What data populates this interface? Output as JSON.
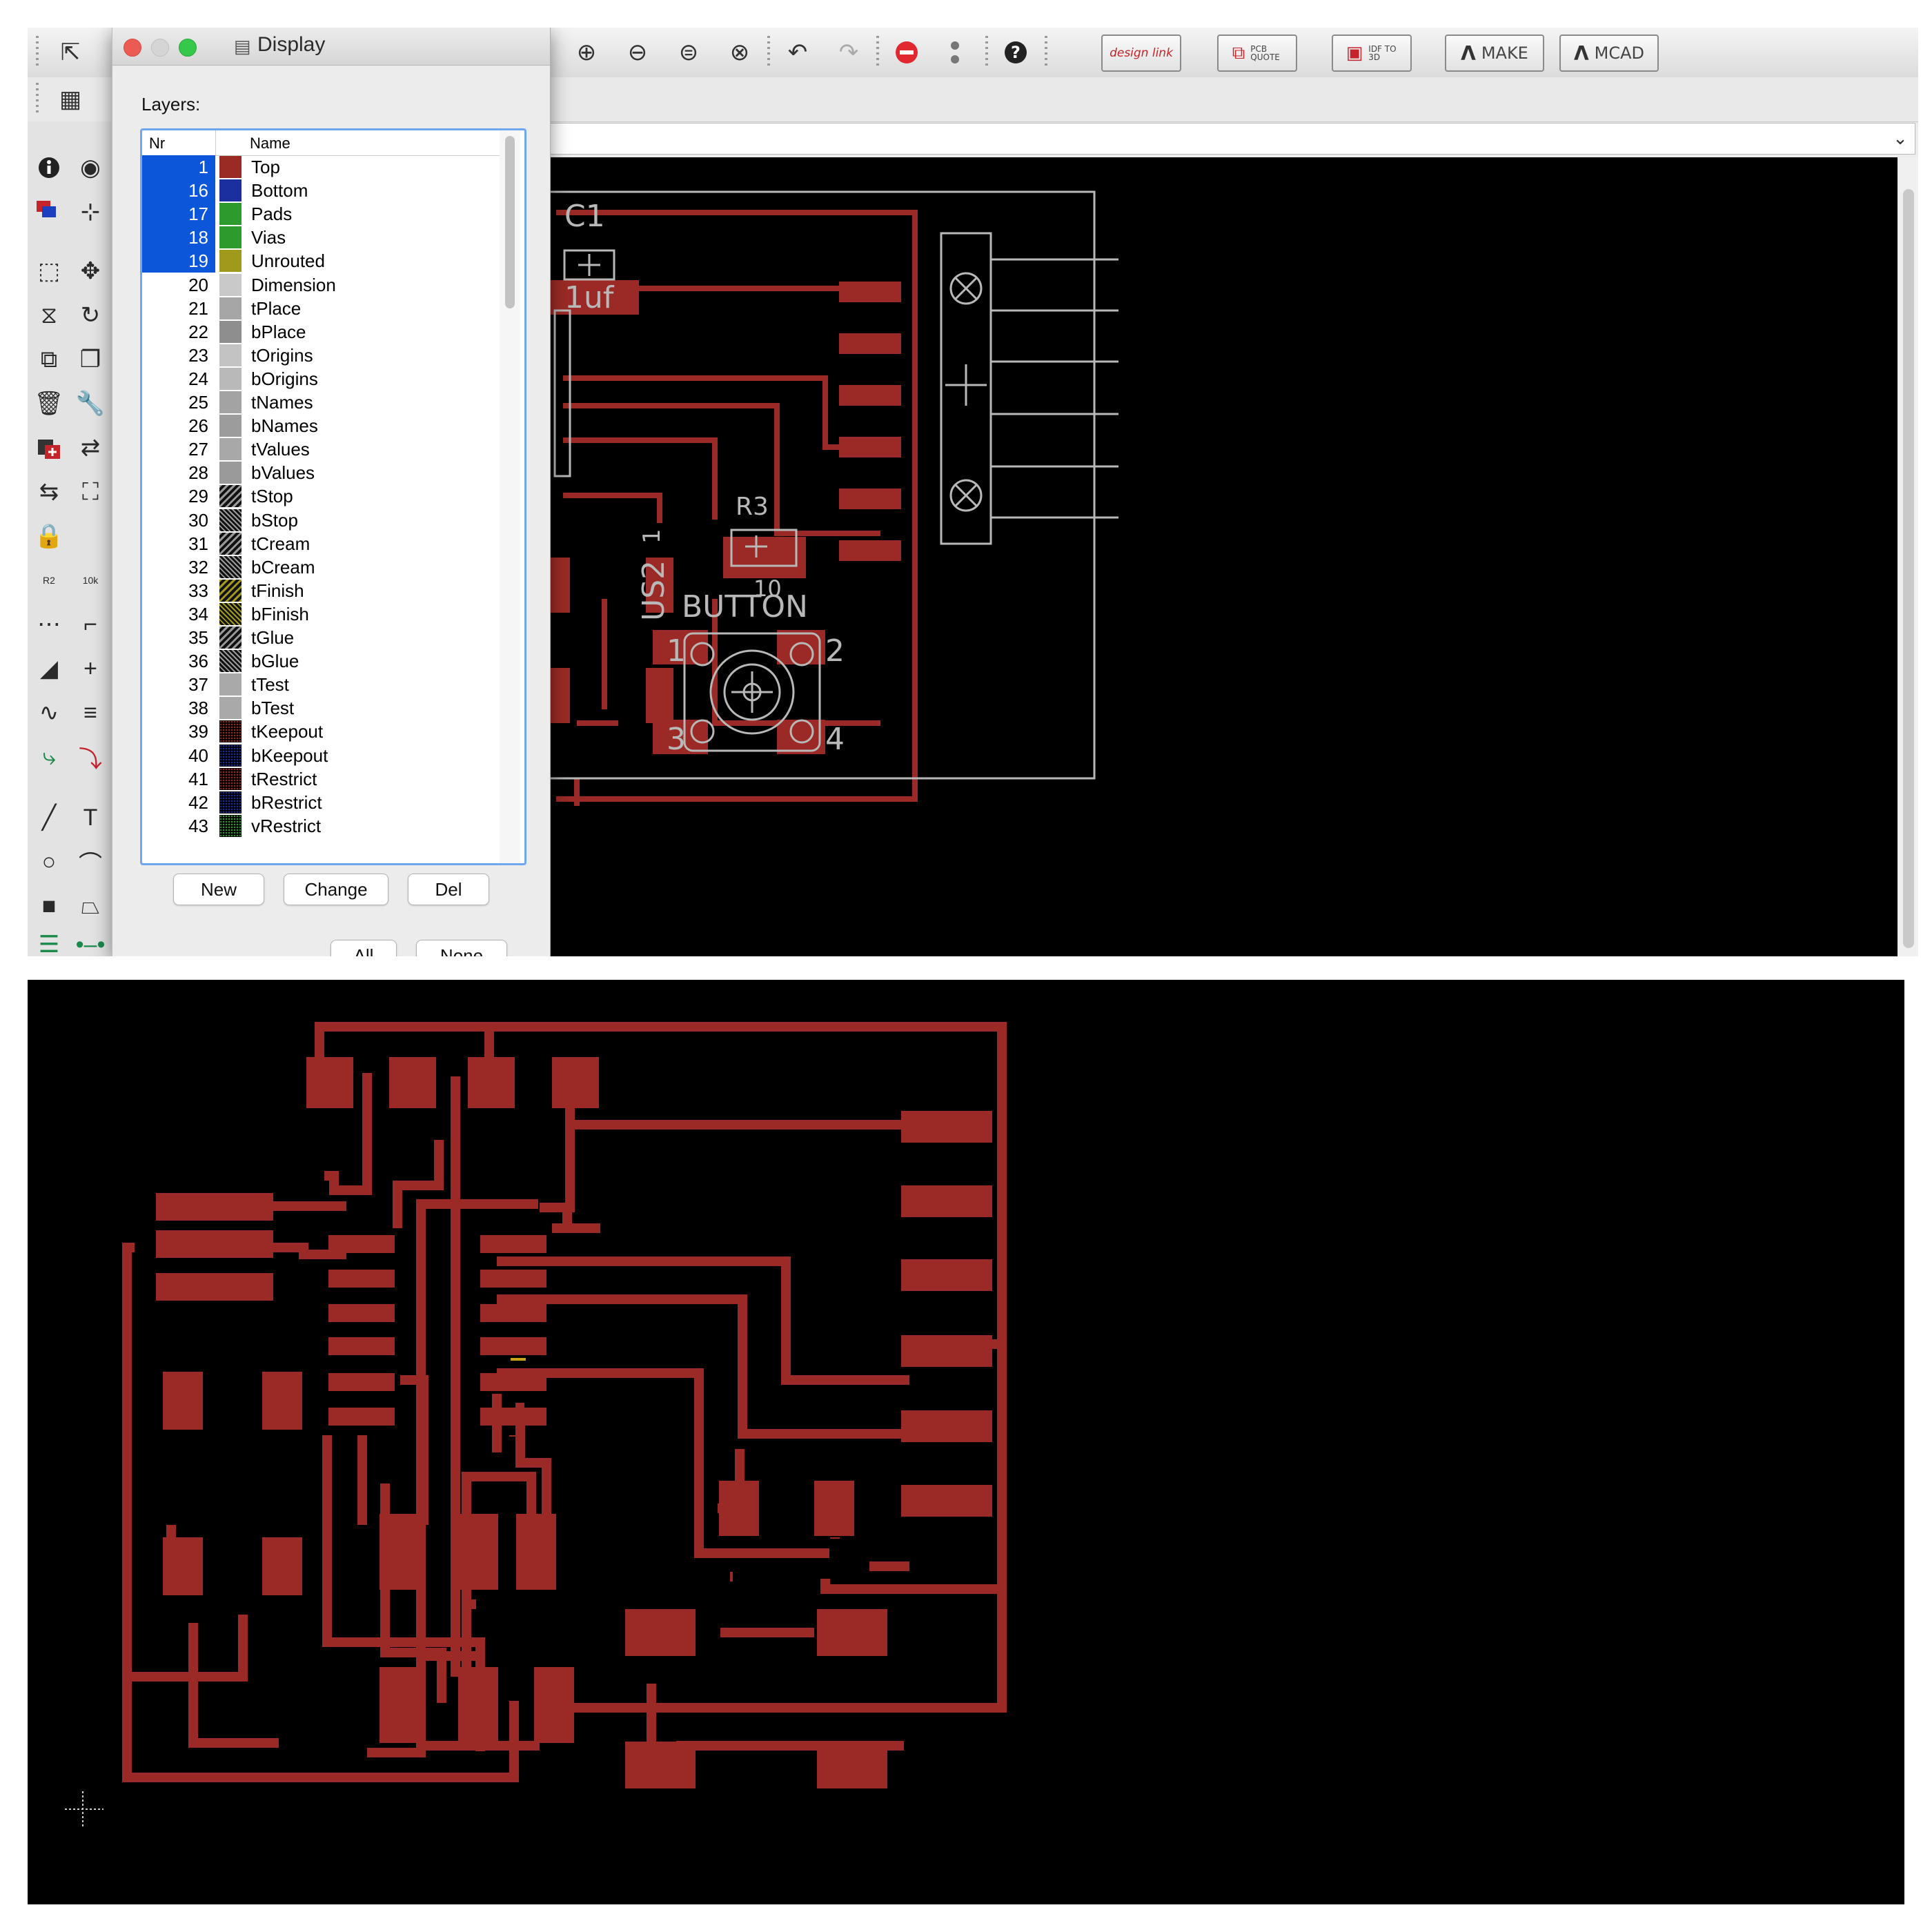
{
  "dialog": {
    "title": "Display",
    "layers_label": "Layers:",
    "columns": {
      "nr": "Nr",
      "name": "Name"
    },
    "layers": [
      {
        "nr": "1",
        "name": "Top",
        "color": "#9a2a24",
        "pattern": "solid",
        "selected": true
      },
      {
        "nr": "16",
        "name": "Bottom",
        "color": "#1c2f9e",
        "pattern": "solid",
        "selected": true
      },
      {
        "nr": "17",
        "name": "Pads",
        "color": "#2d9a2d",
        "pattern": "solid",
        "selected": true
      },
      {
        "nr": "18",
        "name": "Vias",
        "color": "#2d9a2d",
        "pattern": "solid",
        "selected": true
      },
      {
        "nr": "19",
        "name": "Unrouted",
        "color": "#a09a1c",
        "pattern": "solid",
        "selected": true
      },
      {
        "nr": "20",
        "name": "Dimension",
        "color": "#c9c9c9",
        "pattern": "solid",
        "selected": false
      },
      {
        "nr": "21",
        "name": "tPlace",
        "color": "#a6a6a6",
        "pattern": "solid",
        "selected": false
      },
      {
        "nr": "22",
        "name": "bPlace",
        "color": "#8e8e8e",
        "pattern": "solid",
        "selected": false
      },
      {
        "nr": "23",
        "name": "tOrigins",
        "color": "#c3c3c3",
        "pattern": "solid",
        "selected": false
      },
      {
        "nr": "24",
        "name": "bOrigins",
        "color": "#b9b9b9",
        "pattern": "solid",
        "selected": false
      },
      {
        "nr": "25",
        "name": "tNames",
        "color": "#a3a3a3",
        "pattern": "solid",
        "selected": false
      },
      {
        "nr": "26",
        "name": "bNames",
        "color": "#9c9c9c",
        "pattern": "solid",
        "selected": false
      },
      {
        "nr": "27",
        "name": "tValues",
        "color": "#a8a8a8",
        "pattern": "solid",
        "selected": false
      },
      {
        "nr": "28",
        "name": "bValues",
        "color": "#9a9a9a",
        "pattern": "solid",
        "selected": false
      },
      {
        "nr": "29",
        "name": "tStop",
        "color": "#9a9a9a",
        "pattern": "hatch",
        "selected": false
      },
      {
        "nr": "30",
        "name": "bStop",
        "color": "#9a9a9a",
        "pattern": "hatch-dense",
        "selected": false
      },
      {
        "nr": "31",
        "name": "tCream",
        "color": "#9a9a9a",
        "pattern": "hatch",
        "selected": false
      },
      {
        "nr": "32",
        "name": "bCream",
        "color": "#9a9a9a",
        "pattern": "hatch-dense",
        "selected": false
      },
      {
        "nr": "33",
        "name": "tFinish",
        "color": "#a39a1c",
        "pattern": "hatch",
        "selected": false
      },
      {
        "nr": "34",
        "name": "bFinish",
        "color": "#a39a1c",
        "pattern": "hatch-dense",
        "selected": false
      },
      {
        "nr": "35",
        "name": "tGlue",
        "color": "#9a9a9a",
        "pattern": "hatch",
        "selected": false
      },
      {
        "nr": "36",
        "name": "bGlue",
        "color": "#9a9a9a",
        "pattern": "hatch-dense",
        "selected": false
      },
      {
        "nr": "37",
        "name": "tTest",
        "color": "#a9a9a9",
        "pattern": "solid",
        "selected": false
      },
      {
        "nr": "38",
        "name": "bTest",
        "color": "#a9a9a9",
        "pattern": "solid",
        "selected": false
      },
      {
        "nr": "39",
        "name": "tKeepout",
        "color": "#9a2a24",
        "pattern": "dots",
        "selected": false
      },
      {
        "nr": "40",
        "name": "bKeepout",
        "color": "#1c2f9e",
        "pattern": "dots",
        "selected": false
      },
      {
        "nr": "41",
        "name": "tRestrict",
        "color": "#9a2a24",
        "pattern": "dots",
        "selected": false
      },
      {
        "nr": "42",
        "name": "bRestrict",
        "color": "#1c2f9e",
        "pattern": "dots",
        "selected": false
      },
      {
        "nr": "43",
        "name": "vRestrict",
        "color": "#2d9a2d",
        "pattern": "dots",
        "selected": false
      }
    ],
    "buttons": {
      "new": "New",
      "change": "Change",
      "del": "Del",
      "all": "All",
      "none": "None"
    }
  },
  "toolbar": {
    "design_link": "design link",
    "pcb_quote": "PCB QUOTE",
    "idf_to_3d": "IDF TO 3D",
    "make": "MAKE",
    "mcad": "MCAD"
  },
  "board_top": {
    "labels": {
      "c1_name": "C1",
      "c1_value": "1uf",
      "r3_name": "R3",
      "r3_value": "10",
      "us2": "US2",
      "button": "BUTTON",
      "pin1": "1",
      "pin2": "2",
      "pin3": "3",
      "pin4": "4",
      "ic_pin": "1"
    }
  },
  "colors": {
    "copper": "#9b2a26",
    "silk": "#b8b8b8",
    "canvas": "#000000",
    "selection": "#0b56d9",
    "close_light": "#ec5b53",
    "max_light": "#35c84a",
    "stop_red": "#e0282e"
  }
}
